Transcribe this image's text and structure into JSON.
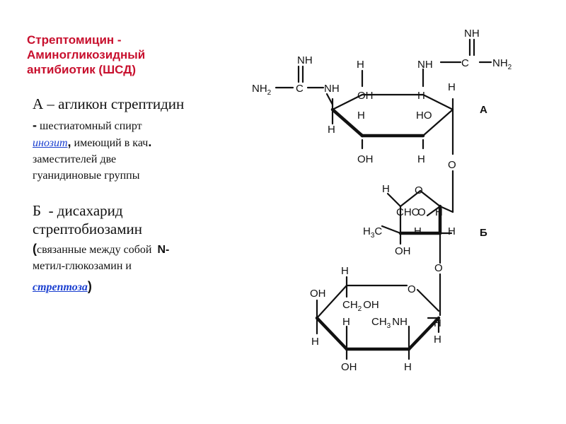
{
  "title": {
    "line1": "Стрептомицин -",
    "line2": "Аминогликозидный",
    "line3": "антибиотик (ШСД)"
  },
  "section_a": {
    "heading": "А – агликон стрептидин",
    "dash": "-",
    "text1": " шестиатомный спирт",
    "link": "инозит",
    "after_link_comma": ",",
    "text2": " имеющий в кач",
    "dot": ".",
    "text3": "заместителей  две",
    "text4": "гуанидиновые группы"
  },
  "section_b": {
    "heading_letter": "Б",
    "heading_dash": "  - дисахарид",
    "heading2": "стрептобиозамин",
    "paren_open": "(",
    "text1": "связанные между собой  ",
    "n_prefix": "N-",
    "text2": "метил-глюкозамин и",
    "link": "стрептоза",
    "paren_close": ")"
  },
  "structure": {
    "label_a": "А",
    "label_b": "Б",
    "nh": "NH",
    "nh2": "NH",
    "sub2": "2",
    "c": "C",
    "h": "H",
    "oh": "OH",
    "ho": "HO",
    "o": "O",
    "cho": "CHO",
    "h3c": "H",
    "sub3": "3",
    "c_after": "C",
    "ch2oh_ch": "CH",
    "ch2oh_oh": "OH",
    "ch3nh_ch": "CH",
    "ch3nh_nh": "NH"
  }
}
